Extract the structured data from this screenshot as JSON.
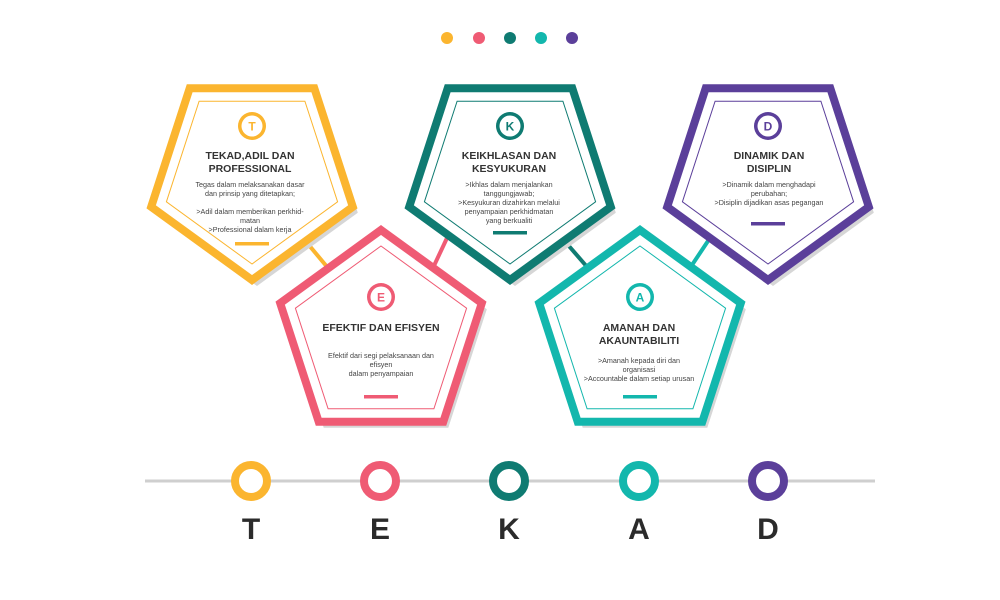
{
  "colors": {
    "T": "#FBB52F",
    "E": "#EF5B74",
    "K": "#0F7B72",
    "A": "#13B7AD",
    "D": "#5B3F9A",
    "timeline": "#CFCFCF",
    "shadow": "#D6D6D6"
  },
  "dots": [
    "#FBB52F",
    "#EF5B74",
    "#0F7B72",
    "#13B7AD",
    "#5B3F9A"
  ],
  "cards": [
    {
      "letter": "T",
      "title": "TEKAD,ADIL DAN\nPROFESSIONAL",
      "body": "Tegas dalam melaksanakan dasar\ndan prinsip yang ditetapkan;\n\n>Adil dalam memberikan perkhid-\nmatan\n>Professional dalam kerja"
    },
    {
      "letter": "E",
      "title": "EFEKTIF DAN EFISYEN",
      "body": "Efektif dari segi pelaksanaan dan\nefisyen\ndalam penyampaian"
    },
    {
      "letter": "K",
      "title": "KEIKHLASAN DAN\nKESYUKURAN",
      "body": ">Ikhlas dalam menjalankan\ntanggungjawab;\n>Kesyukuran dizahirkan melalui\npenyampaian perkhidmatan\nyang berkualiti"
    },
    {
      "letter": "A",
      "title": "AMANAH DAN\nAKAUNTABILITI",
      "body": ">Amanah kepada diri dan\norganisasi\n>Accountable dalam setiap urusan"
    },
    {
      "letter": "D",
      "title": "DINAMIK DAN\nDISIPLIN",
      "body": ">Dinamik dalam menghadapi\nperubahan;\n>Disiplin dijadikan asas pegangan"
    }
  ],
  "timeline_letters": [
    "T",
    "E",
    "K",
    "A",
    "D"
  ]
}
